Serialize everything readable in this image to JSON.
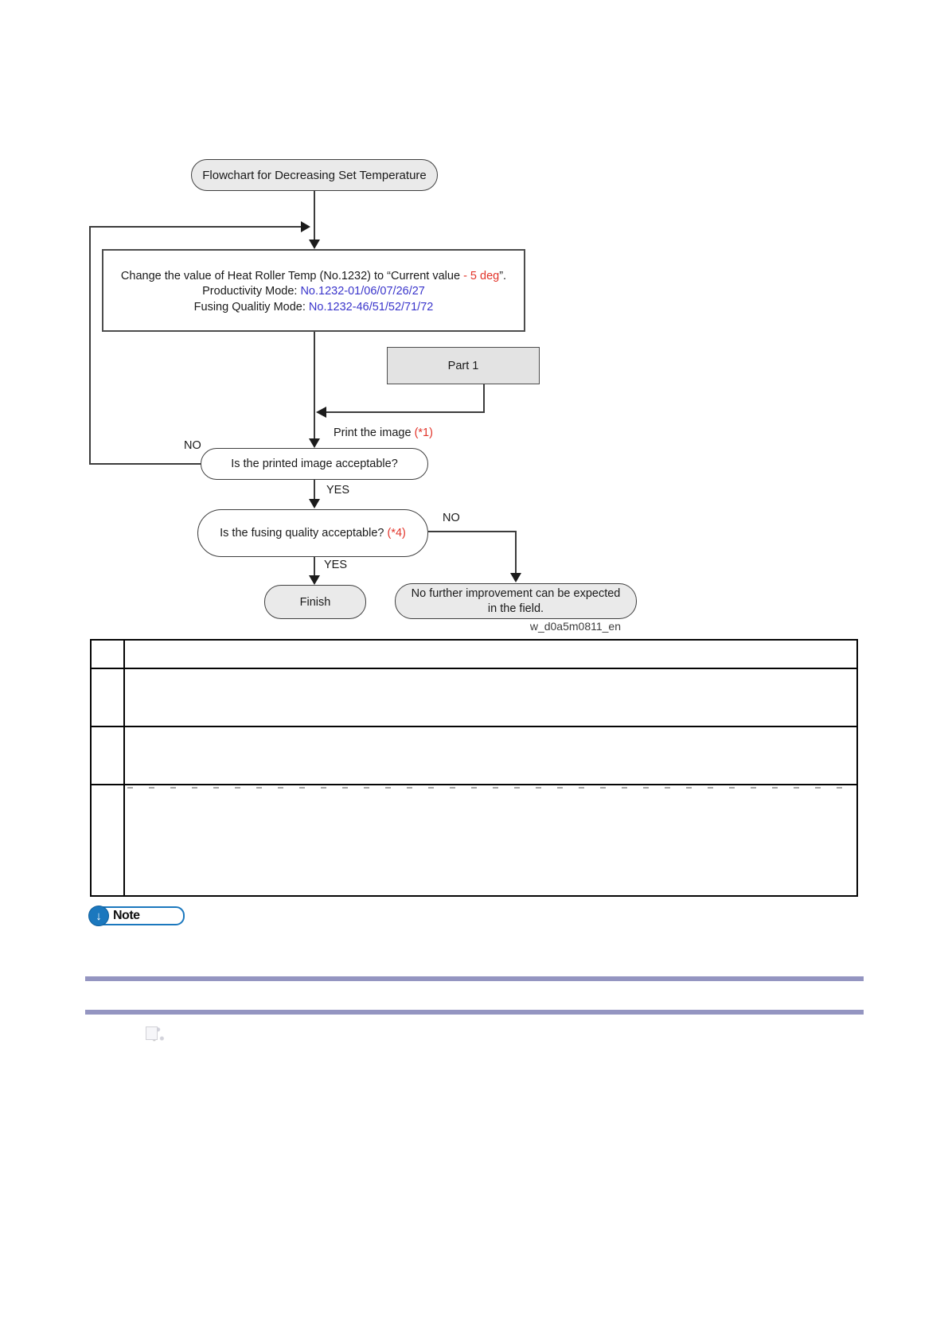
{
  "flowchart": {
    "title": "Flowchart for Decreasing Set Temperature",
    "process": {
      "line1_black": "Change the value of Heat Roller Temp (No.1232) to “Current value ",
      "line1_red": "- 5 deg",
      "line1_tail": "”.",
      "line2_black": "Productivity Mode: ",
      "line2_blue": "No.1232-01/06/07/26/27",
      "line3_black": "Fusing Qualitiy Mode: ",
      "line3_blue": "No.1232-46/51/52/71/72"
    },
    "part1_label": "Part 1",
    "print_label": "Print the image ",
    "print_ref": "(*1)",
    "decision1": "Is the printed image acceptable?",
    "decision2": "Is the fusing quality acceptable? ",
    "decision2_ref": "(*4)",
    "no1": "NO",
    "yes1": "YES",
    "no2": "NO",
    "yes2": "YES",
    "finish": "Finish",
    "end_line1": "No further improvement can be expected",
    "end_line2": "in the field.",
    "caption": "w_d0a5m0811_en"
  },
  "table": {
    "rows": [
      [
        "",
        ""
      ],
      [
        "",
        ""
      ],
      [
        "",
        ""
      ],
      [
        "",
        ""
      ]
    ]
  },
  "note": {
    "label": "Note",
    "icon": "down-arrow"
  },
  "colors": {
    "accent_red": "#e2342a",
    "accent_blue": "#3a35cb",
    "divider_purple": "#9495c1",
    "note_blue": "#1b78be"
  }
}
